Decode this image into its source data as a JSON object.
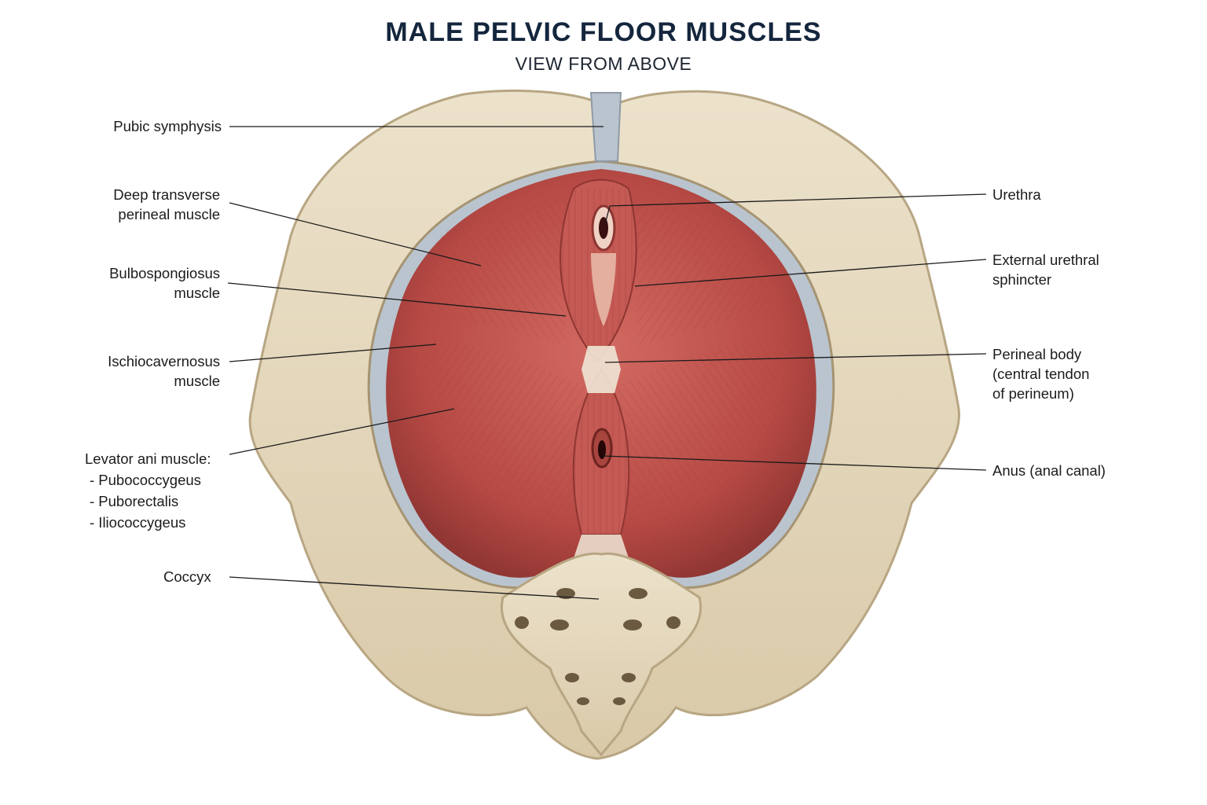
{
  "title": "MALE PELVIC FLOOR MUSCLES",
  "subtitle": "VIEW FROM ABOVE",
  "labels": {
    "pubic_symphysis": "Pubic symphysis",
    "deep_transverse": [
      "Deep transverse",
      "perineal muscle"
    ],
    "bulbospongiosus": [
      "Bulbospongiosus",
      "muscle"
    ],
    "ischiocavernosus": [
      "Ischiocavernosus",
      "muscle"
    ],
    "levator_ani": [
      "Levator ani muscle:",
      "- Pubococcygeus",
      "- Puborectalis",
      "- Iliococcygeus"
    ],
    "coccyx": "Coccyx",
    "urethra": "Urethra",
    "external_urethral_sphincter": [
      "External urethral",
      "sphincter"
    ],
    "perineal_body": [
      "Perineal body",
      "(central tendon",
      "of perineum)"
    ],
    "anus": "Anus (anal canal)"
  },
  "colors": {
    "title": "#14263d",
    "bone": "#e3d6bb",
    "muscle": "#c2544e",
    "tendon": "#efe6d6",
    "cartilage": "#b9c4cf",
    "leader_line": "#1a1a1a"
  }
}
